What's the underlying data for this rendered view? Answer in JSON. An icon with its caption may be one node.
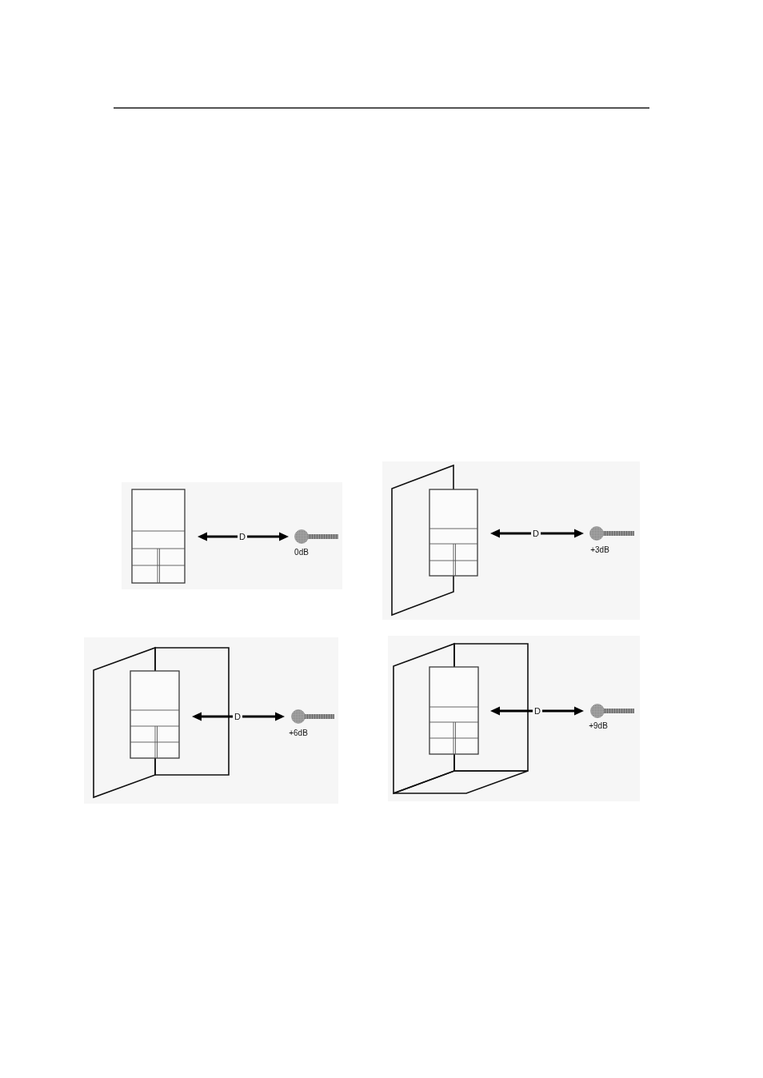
{
  "diagram": {
    "labels": [
      "D",
      "0dB",
      "D",
      "+3dB",
      "D",
      "+6dB",
      "D",
      "+9dB"
    ]
  }
}
